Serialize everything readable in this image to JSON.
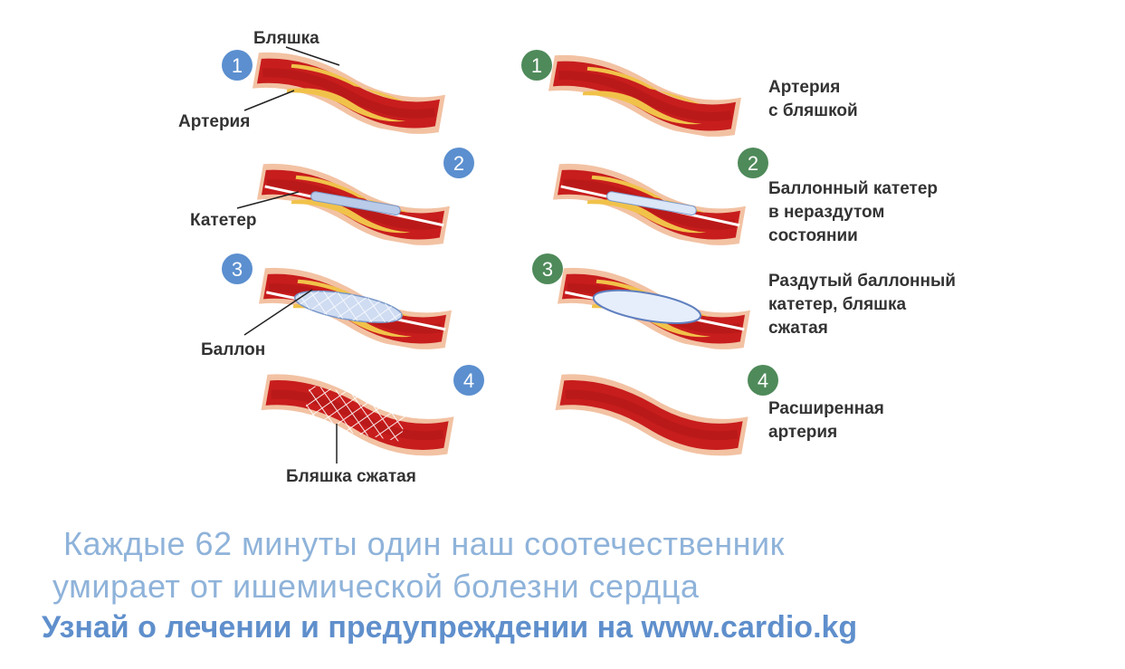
{
  "colors": {
    "blue_badge": "#5b8fcf",
    "green_badge": "#4f8a5a",
    "artery_wall": "#f2c2a3",
    "artery_red": "#c81d1d",
    "plaque": "#f1c24a",
    "footer_light": "#8fb3da",
    "footer_dark": "#5f8fcc"
  },
  "left_column": {
    "labels": {
      "plaque": "Бляшка",
      "artery": "Артерия",
      "catheter": "Катетер",
      "balloon": "Баллон",
      "compressed_plaque": "Бляшка сжатая"
    },
    "steps": [
      "1",
      "2",
      "3",
      "4"
    ]
  },
  "right_column": {
    "steps": [
      {
        "num": "1",
        "lines": [
          "Артерия",
          "с бляшкой"
        ]
      },
      {
        "num": "2",
        "lines": [
          "Баллонный катетер",
          "в нераздутом",
          "состоянии"
        ]
      },
      {
        "num": "3",
        "lines": [
          "Раздутый баллонный",
          "катетер, бляшка",
          "сжатая"
        ]
      },
      {
        "num": "4",
        "lines": [
          "Расширенная",
          "артерия"
        ]
      }
    ]
  },
  "footer": {
    "line1": "Каждые 62 минуты один наш соотечественник",
    "line2": "умирает от ишемической болезни сердца",
    "line3": "Узнай о лечении и предупреждении на www.cardio.kg"
  }
}
